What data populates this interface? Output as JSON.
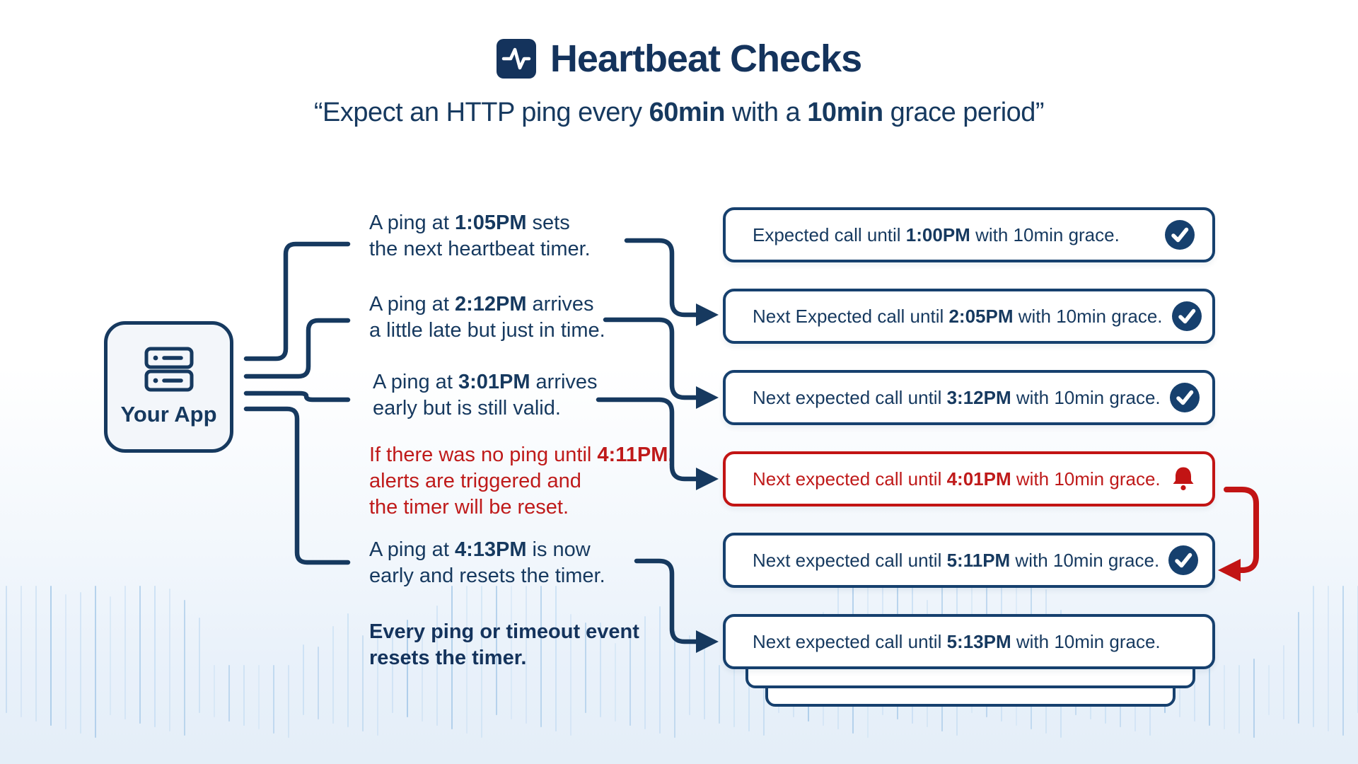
{
  "title": {
    "text": "Heartbeat Checks",
    "icon": "pulse-icon"
  },
  "subtitle": {
    "parts": [
      [
        "“Expect an HTTP ping every ",
        false
      ],
      [
        "60min",
        true
      ],
      [
        " with a ",
        false
      ],
      [
        "10min",
        true
      ],
      [
        " grace period”",
        false
      ]
    ]
  },
  "app_node": {
    "label": "Your App",
    "icon": "server-icon"
  },
  "notes": [
    {
      "style": "navy",
      "lines": [
        [
          [
            "A ping at ",
            false
          ],
          [
            "1:05PM",
            true
          ],
          [
            " sets",
            false
          ]
        ],
        [
          [
            "the next heartbeat timer.",
            false
          ]
        ]
      ]
    },
    {
      "style": "navy",
      "lines": [
        [
          [
            "A ping at ",
            false
          ],
          [
            "2:12PM",
            true
          ],
          [
            " arrives",
            false
          ]
        ],
        [
          [
            "a little late but just in time.",
            false
          ]
        ]
      ]
    },
    {
      "style": "navy",
      "lines": [
        [
          [
            "A ping at ",
            false
          ],
          [
            "3:01PM",
            true
          ],
          [
            " arrives",
            false
          ]
        ],
        [
          [
            "early but is still valid.",
            false
          ]
        ]
      ]
    },
    {
      "style": "red",
      "lines": [
        [
          [
            "If there was no ping until ",
            false
          ],
          [
            "4:11PM,",
            true
          ]
        ],
        [
          [
            "alerts are triggered and",
            false
          ]
        ],
        [
          [
            "the timer will be reset.",
            false
          ]
        ]
      ]
    },
    {
      "style": "navy",
      "lines": [
        [
          [
            "A ping at ",
            false
          ],
          [
            "4:13PM",
            true
          ],
          [
            " is now",
            false
          ]
        ],
        [
          [
            "early and resets the timer.",
            false
          ]
        ]
      ]
    },
    {
      "style": "bold",
      "lines": [
        [
          [
            "Every ping or timeout event",
            true
          ]
        ],
        [
          [
            "resets the timer.",
            true
          ]
        ]
      ]
    }
  ],
  "timeline_boxes": [
    {
      "state": "ok",
      "icon": "check-circle-icon",
      "parts": [
        [
          "Expected call until ",
          false
        ],
        [
          "1:00PM",
          true
        ],
        [
          " with 10min grace.",
          false
        ]
      ]
    },
    {
      "state": "ok",
      "icon": "check-circle-icon",
      "parts": [
        [
          "Next Expected call until ",
          false
        ],
        [
          "2:05PM",
          true
        ],
        [
          " with 10min grace.",
          false
        ]
      ]
    },
    {
      "state": "ok",
      "icon": "check-circle-icon",
      "parts": [
        [
          "Next expected call until ",
          false
        ],
        [
          "3:12PM",
          true
        ],
        [
          " with 10min grace.",
          false
        ]
      ]
    },
    {
      "state": "alert",
      "icon": "bell-icon",
      "parts": [
        [
          "Next expected call until ",
          false
        ],
        [
          "4:01PM",
          true
        ],
        [
          " with 10min grace.",
          false
        ]
      ]
    },
    {
      "state": "ok",
      "icon": "check-circle-icon",
      "parts": [
        [
          "Next expected call until ",
          false
        ],
        [
          "5:11PM",
          true
        ],
        [
          " with 10min grace.",
          false
        ]
      ]
    },
    {
      "state": "plain",
      "icon": "",
      "parts": [
        [
          "Next expected call until ",
          false
        ],
        [
          "5:13PM",
          true
        ],
        [
          " with 10min grace.",
          false
        ]
      ]
    }
  ],
  "colors": {
    "navy": "#16395f",
    "navy_border": "#16406e",
    "red": "#c21414",
    "red_text": "#bf1a1a",
    "bar_dark": "#a6c9e8",
    "bar_light": "#c9dff3",
    "bg_bottom": "#e4eef8"
  }
}
